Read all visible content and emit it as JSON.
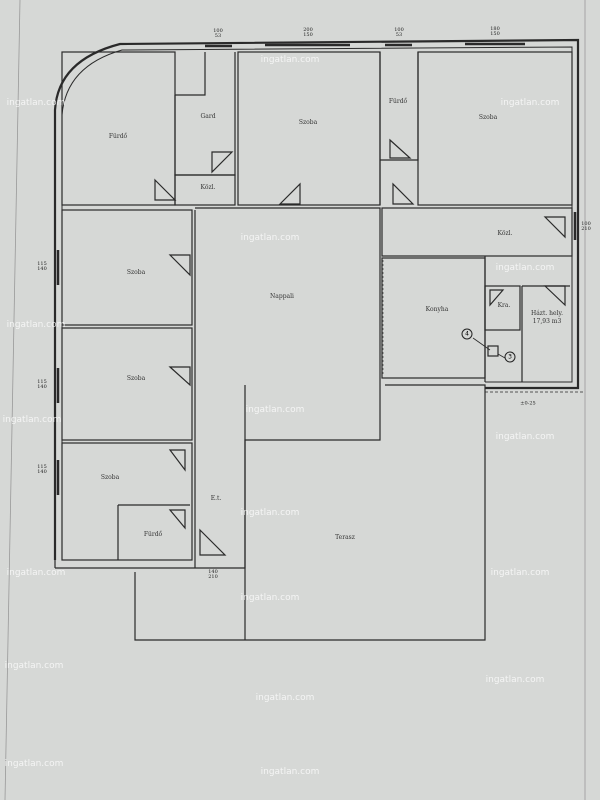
{
  "rooms": {
    "furdo_main": "Fürdő",
    "gard": "Gard",
    "kosl_top": "Közl.",
    "szoba_top_mid": "Szoba",
    "furdo_small": "Fürdő",
    "szoba_top_right": "Szoba",
    "szoba_left_1": "Szoba",
    "szoba_left_2": "Szoba",
    "szoba_left_3": "Szoba",
    "furdo_bottom": "Fürdő",
    "nappali": "Nappali",
    "et": "E.t.",
    "kosl_right": "Közl.",
    "konyha": "Konyha",
    "kra": "Kra.",
    "haztartasi_line1": "Házt. hely.",
    "haztartasi_line2": "17,93 m3",
    "terasz": "Terasz"
  },
  "dimensions": {
    "win_top_1": [
      "100",
      "53"
    ],
    "win_top_2": [
      "200",
      "150"
    ],
    "win_top_3": [
      "100",
      "53"
    ],
    "win_top_4": [
      "180",
      "150"
    ],
    "win_left_1": [
      "115",
      "140"
    ],
    "win_left_2": [
      "115",
      "140"
    ],
    "win_left_3": [
      "115",
      "140"
    ],
    "door_right": [
      "100",
      "210"
    ],
    "door_bottom": [
      "140",
      "210"
    ],
    "level_mark": "±0-25"
  },
  "markers": {
    "m3": "3",
    "m4": "4"
  },
  "watermark": "ingatlan.com",
  "colors": {
    "paper": "#d6d8d6",
    "wall": "#2a2a2a"
  }
}
